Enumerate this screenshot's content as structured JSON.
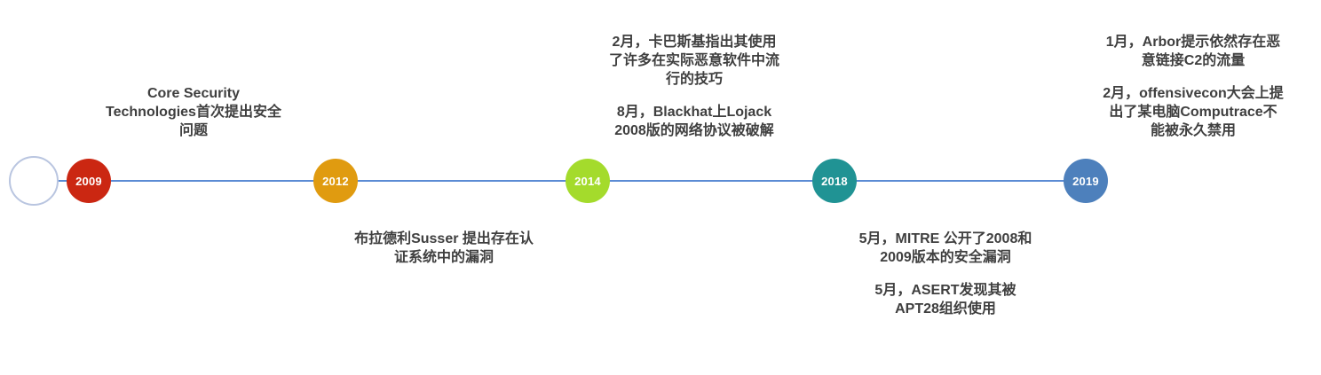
{
  "page": {
    "background_color": "#ffffff",
    "text_color": "#3f3f3f"
  },
  "timeline": {
    "line_color": "#5b8bd4",
    "start_node_border_color": "#b9c5e0",
    "milestones": [
      {
        "year": "2009",
        "color": "#cb2712",
        "note_position": "above",
        "paragraphs": [
          [
            "Core Security",
            "Technologies首次提出安全",
            "问题"
          ]
        ]
      },
      {
        "year": "2012",
        "color": "#e09b10",
        "note_position": "below",
        "paragraphs": [
          [
            "布拉德利Susser 提出存在认",
            "证系统中的漏洞"
          ]
        ]
      },
      {
        "year": "2014",
        "color": "#a4db2c",
        "note_position": "above",
        "paragraphs": [
          [
            "2月，卡巴斯基指出其使用",
            "了许多在实际恶意软件中流",
            "行的技巧"
          ],
          [
            "8月，Blackhat上Lojack",
            "2008版的网络协议被破解"
          ]
        ]
      },
      {
        "year": "2018",
        "color": "#209394",
        "note_position": "below",
        "paragraphs": [
          [
            "5月，MITRE 公开了2008和",
            "2009版本的安全漏洞"
          ],
          [
            "5月，ASERT发现其被",
            "APT28组织使用"
          ]
        ]
      },
      {
        "year": "2019",
        "color": "#4d80bc",
        "note_position": "above",
        "paragraphs": [
          [
            "1月，Arbor提示依然存在恶",
            "意链接C2的流量"
          ],
          [
            "2月，offensivecon大会上提",
            "出了某电脑Computrace不",
            "能被永久禁用"
          ]
        ]
      }
    ]
  }
}
